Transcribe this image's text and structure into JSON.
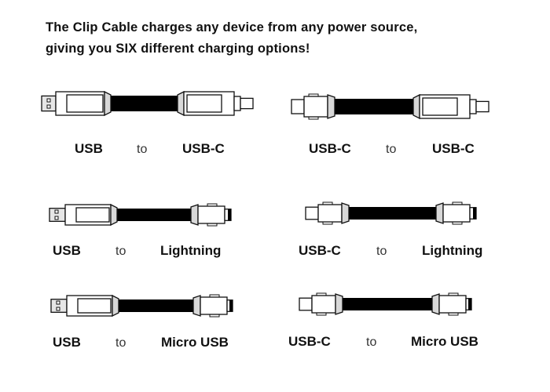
{
  "headline": {
    "line1": "The Clip Cable charges any device from any power source,",
    "line2": "giving you SIX different charging options!"
  },
  "options": [
    {
      "from": "USB",
      "to_word": "to",
      "to": "USB-C",
      "left_connector": "usb-a",
      "right_connector": "usb-c"
    },
    {
      "from": "USB-C",
      "to_word": "to",
      "to": "USB-C",
      "left_connector": "usb-c-tip",
      "right_connector": "usb-c"
    },
    {
      "from": "USB",
      "to_word": "to",
      "to": "Lightning",
      "left_connector": "usb-a",
      "right_connector": "lightning"
    },
    {
      "from": "USB-C",
      "to_word": "to",
      "to": "Lightning",
      "left_connector": "usb-c-tip",
      "right_connector": "lightning"
    },
    {
      "from": "USB",
      "to_word": "to",
      "to": "Micro USB",
      "left_connector": "usb-a",
      "right_connector": "micro-usb"
    },
    {
      "from": "USB-C",
      "to_word": "to",
      "to": "Micro USB",
      "left_connector": "usb-c-tip",
      "right_connector": "micro-usb"
    }
  ],
  "colors": {
    "cable": "#000000",
    "flare": "#d8d8d8",
    "outline": "#111111",
    "plug": "#e6e6e6"
  }
}
